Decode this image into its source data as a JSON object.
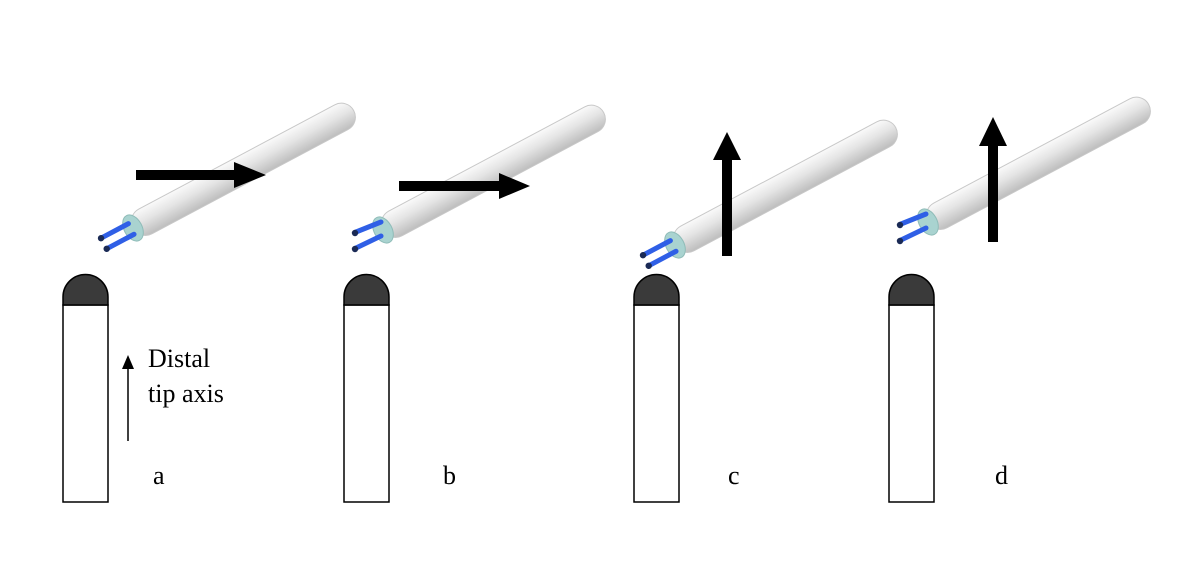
{
  "figure": {
    "panels": [
      {
        "label": "a",
        "arrow": "horizontal"
      },
      {
        "label": "b",
        "arrow": "horizontal"
      },
      {
        "label": "c",
        "arrow": "vertical"
      },
      {
        "label": "d",
        "arrow": "vertical"
      }
    ],
    "axis_annotation": {
      "line1": "Distal",
      "line2": "tip axis"
    },
    "colors": {
      "electrode_outline": "#000000",
      "electrode_body": "#ffffff",
      "electrode_tip": "#3a3a3a",
      "cable_sheath": "#e6e6e6",
      "cable_shadow": "#b8b8b8",
      "cable_core": "#a9d3d0",
      "wire": "#2f5fe6",
      "wire_end": "#1a2a55",
      "arrow": "#000000"
    }
  }
}
